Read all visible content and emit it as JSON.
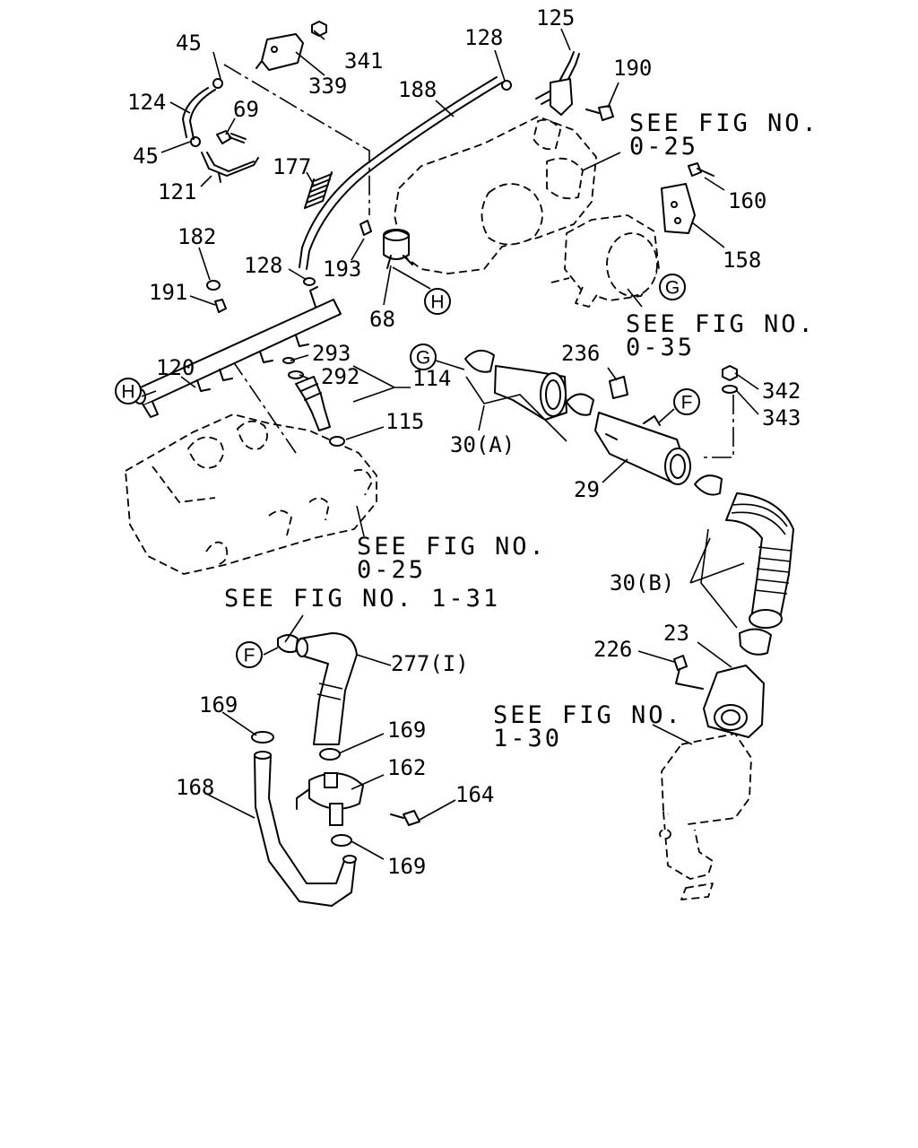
{
  "labels": {
    "p45a": "45",
    "p341": "341",
    "p339": "339",
    "p128a": "128",
    "p125": "125",
    "p190": "190",
    "p124": "124",
    "p69": "69",
    "p188": "188",
    "p45b": "45",
    "p121": "121",
    "p177": "177",
    "p160": "160",
    "p182": "182",
    "p158": "158",
    "p128b": "128",
    "p193": "193",
    "p191": "191",
    "p68": "68",
    "p120": "120",
    "p293": "293",
    "p292": "292",
    "p114": "114",
    "p236": "236",
    "p342": "342",
    "p343": "343",
    "p115": "115",
    "p30a": "30(A)",
    "p29": "29",
    "p30b": "30(B)",
    "p277": "277(I)",
    "p23": "23",
    "p226": "226",
    "p169a": "169",
    "p169b": "169",
    "p162": "162",
    "p168": "168",
    "p164": "164",
    "p169c": "169"
  },
  "references": {
    "fig_025_top_line1": "SEE FIG NO.",
    "fig_025_top_line2": "0-25",
    "fig_035_line1": "SEE FIG NO.",
    "fig_035_line2": "0-35",
    "fig_025_mid_line1": "SEE FIG NO.",
    "fig_025_mid_line2": "0-25",
    "fig_131": "SEE FIG NO. 1-31",
    "fig_130_line1": "SEE FIG NO.",
    "fig_130_line2": "1-30"
  },
  "connectors": {
    "G_top": "G",
    "G_mid": "G",
    "H_left": "H",
    "H_mid": "H",
    "F_mid": "F",
    "F_low": "F"
  }
}
